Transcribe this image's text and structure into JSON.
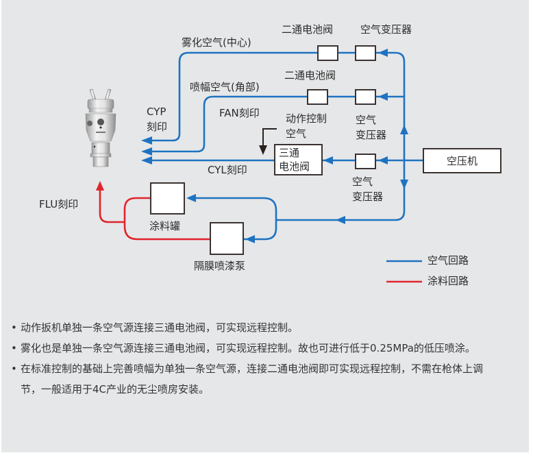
{
  "colors": {
    "air": "#1e73c1",
    "paint": "#e0242c",
    "box_border": "#3a3230",
    "panel_bg": "#e6e7e9",
    "text": "#2b2b2b"
  },
  "diagram": {
    "labels": {
      "atomizing_air": "雾化空气(中心)",
      "fan_air": "喷幅空气(角部)",
      "two_way_valve_top": "二通电池阀",
      "air_regulator_top": "空气变压器",
      "two_way_valve_mid": "二通电池阀",
      "cyp_line1": "CYP",
      "cyp_line2": "刻印",
      "fan_mark": "FAN刻印",
      "action_air_line1": "动作控制",
      "action_air_line2": "空气",
      "air_regulator_mid_line1": "空气",
      "air_regulator_mid_line2": "变压器",
      "cyl_mark": "CYL刻印",
      "air_regulator_low_line1": "空气",
      "air_regulator_low_line2": "变压器",
      "flu_mark": "FLU刻印",
      "paint_tank": "涂料罐",
      "diaphragm_pump": "隔膜喷漆泵"
    },
    "boxes": {
      "three_way_valve_line1": "三通",
      "three_way_valve_line2": "电池阀",
      "compressor": "空压机"
    },
    "legend": [
      {
        "label": "空气回路",
        "color": "#1e73c1"
      },
      {
        "label": "涂料回路",
        "color": "#e0242c"
      }
    ]
  },
  "bullets": [
    {
      "text": "动作扳机单独一条空气源连接三通电池阀，可实现远程控制。"
    },
    {
      "text": "雾化也是单独一条空气源连接三通电池阀，可实现远程控制。故也可进行低于0.25MPa的低压喷涂。"
    },
    {
      "text": "在标准控制的基础上完善喷幅为单独一条空气源，连接二通电池阀即可实现远程控制，不需在枪体上调节，一般适用于4C产业的无尘喷房安装。"
    }
  ],
  "bullet_symbol": "•"
}
